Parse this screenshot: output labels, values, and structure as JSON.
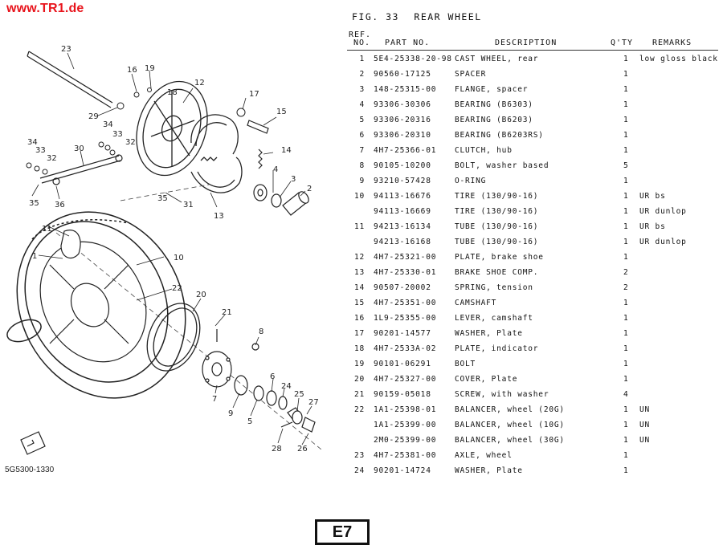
{
  "site_url": "www.TR1.de",
  "figure": {
    "label": "FIG. 33",
    "title": "REAR WHEEL"
  },
  "diagram_code": "5G5300-1330",
  "page_marker": "E7",
  "headers": {
    "ref": "REF.",
    "no": "NO.",
    "part_no": "PART NO.",
    "description": "DESCRIPTION",
    "qty": "Q'TY",
    "remarks": "REMARKS"
  },
  "callouts": [
    "1",
    "2",
    "3",
    "4",
    "5",
    "6",
    "7",
    "8",
    "9",
    "10",
    "11",
    "12",
    "13",
    "14",
    "15",
    "16",
    "17",
    "18",
    "19",
    "20",
    "21",
    "22",
    "23",
    "24",
    "25",
    "26",
    "27",
    "28",
    "29",
    "30",
    "31",
    "32",
    "33",
    "34",
    "35",
    "36"
  ],
  "parts": [
    {
      "no": "1",
      "part": "5E4-25338-20-98",
      "desc": "CAST WHEEL, rear",
      "qty": "1",
      "remarks": "low gloss black"
    },
    {
      "no": "2",
      "part": "90560-17125",
      "desc": "SPACER",
      "qty": "1",
      "remarks": ""
    },
    {
      "no": "3",
      "part": "148-25315-00",
      "desc": "FLANGE, spacer",
      "qty": "1",
      "remarks": ""
    },
    {
      "no": "4",
      "part": "93306-30306",
      "desc": "BEARING (B6303)",
      "qty": "1",
      "remarks": ""
    },
    {
      "no": "5",
      "part": "93306-20316",
      "desc": "BEARING (B6203)",
      "qty": "1",
      "remarks": ""
    },
    {
      "no": "6",
      "part": "93306-20310",
      "desc": "BEARING (B6203RS)",
      "qty": "1",
      "remarks": ""
    },
    {
      "no": "7",
      "part": "4H7-25366-01",
      "desc": "CLUTCH, hub",
      "qty": "1",
      "remarks": ""
    },
    {
      "no": "8",
      "part": "90105-10200",
      "desc": "BOLT, washer based",
      "qty": "5",
      "remarks": ""
    },
    {
      "no": "9",
      "part": "93210-57428",
      "desc": "O-RING",
      "qty": "1",
      "remarks": ""
    },
    {
      "no": "10",
      "part": "94113-16676",
      "desc": "TIRE (130/90-16)",
      "qty": "1",
      "remarks": "UR bs"
    },
    {
      "no": "",
      "part": "94113-16669",
      "desc": "TIRE (130/90-16)",
      "qty": "1",
      "remarks": "UR dunlop"
    },
    {
      "no": "11",
      "part": "94213-16134",
      "desc": "TUBE (130/90-16)",
      "qty": "1",
      "remarks": "UR bs"
    },
    {
      "no": "",
      "part": "94213-16168",
      "desc": "TUBE (130/90-16)",
      "qty": "1",
      "remarks": "UR dunlop"
    },
    {
      "no": "12",
      "part": "4H7-25321-00",
      "desc": "PLATE, brake shoe",
      "qty": "1",
      "remarks": ""
    },
    {
      "no": "13",
      "part": "4H7-25330-01",
      "desc": "BRAKE SHOE COMP.",
      "qty": "2",
      "remarks": ""
    },
    {
      "no": "14",
      "part": "90507-20002",
      "desc": "SPRING, tension",
      "qty": "2",
      "remarks": ""
    },
    {
      "no": "15",
      "part": "4H7-25351-00",
      "desc": "CAMSHAFT",
      "qty": "1",
      "remarks": ""
    },
    {
      "no": "16",
      "part": "1L9-25355-00",
      "desc": "LEVER, camshaft",
      "qty": "1",
      "remarks": ""
    },
    {
      "no": "17",
      "part": "90201-14577",
      "desc": "WASHER, Plate",
      "qty": "1",
      "remarks": ""
    },
    {
      "no": "18",
      "part": "4H7-2533A-02",
      "desc": "PLATE, indicator",
      "qty": "1",
      "remarks": ""
    },
    {
      "no": "19",
      "part": "90101-06291",
      "desc": "BOLT",
      "qty": "1",
      "remarks": ""
    },
    {
      "no": "20",
      "part": "4H7-25327-00",
      "desc": "COVER, Plate",
      "qty": "1",
      "remarks": ""
    },
    {
      "no": "21",
      "part": "90159-05018",
      "desc": "SCREW, with washer",
      "qty": "4",
      "remarks": ""
    },
    {
      "no": "22",
      "part": "1A1-25398-01",
      "desc": "BALANCER, wheel (20G)",
      "qty": "1",
      "remarks": "UN"
    },
    {
      "no": "",
      "part": "1A1-25399-00",
      "desc": "BALANCER, wheel (10G)",
      "qty": "1",
      "remarks": "UN"
    },
    {
      "no": "",
      "part": "2M0-25399-00",
      "desc": "BALANCER, wheel (30G)",
      "qty": "1",
      "remarks": "UN"
    },
    {
      "no": "23",
      "part": "4H7-25381-00",
      "desc": "AXLE, wheel",
      "qty": "1",
      "remarks": ""
    },
    {
      "no": "24",
      "part": "90201-14724",
      "desc": "WASHER, Plate",
      "qty": "1",
      "remarks": ""
    }
  ]
}
